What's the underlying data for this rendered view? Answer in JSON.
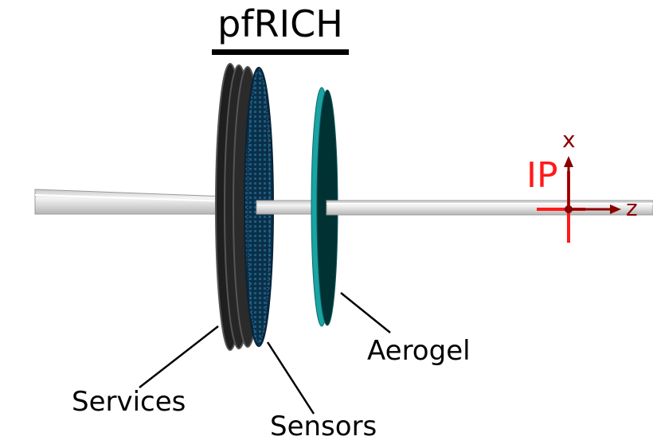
{
  "title": "pfRICH",
  "labels": {
    "services": "Services",
    "sensors": "Sensors",
    "aerogel": "Aerogel",
    "ip": "IP",
    "x_axis": "x",
    "z_axis": "z"
  },
  "colors": {
    "services_disk": "#262626",
    "sensors_disk": "#0d3550",
    "aerogel_edge": "#1aa3a3",
    "aerogel_face": "#013233",
    "beampipe": "#e2e2e2",
    "ip_marker": "#ff1a1a",
    "axis": "#8b0000"
  }
}
